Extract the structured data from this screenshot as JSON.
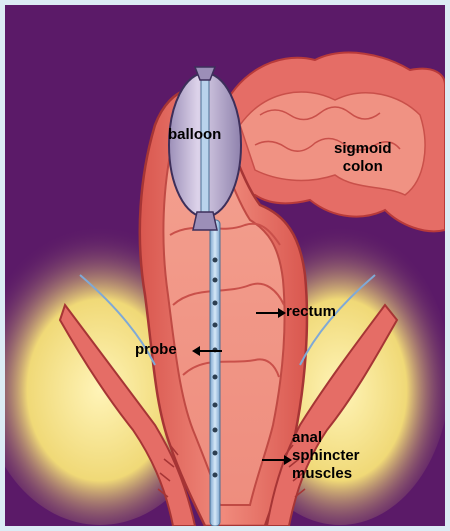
{
  "labels": {
    "balloon": "balloon",
    "sigmoid_line1": "sigmoid",
    "sigmoid_line2": "colon",
    "rectum": "rectum",
    "probe": "probe",
    "anal_line1": "anal",
    "anal_line2": "sphincter",
    "anal_line3": "muscles"
  },
  "colors": {
    "background": "#5b1a68",
    "frame": "#dcecf5",
    "tissue": "#e8706a",
    "tissue_light": "#f4a79a",
    "tissue_dark": "#b83a3a",
    "fat": "#f2dc7a",
    "probe": "#a9c9e8",
    "balloon": "#c6b9d8"
  }
}
